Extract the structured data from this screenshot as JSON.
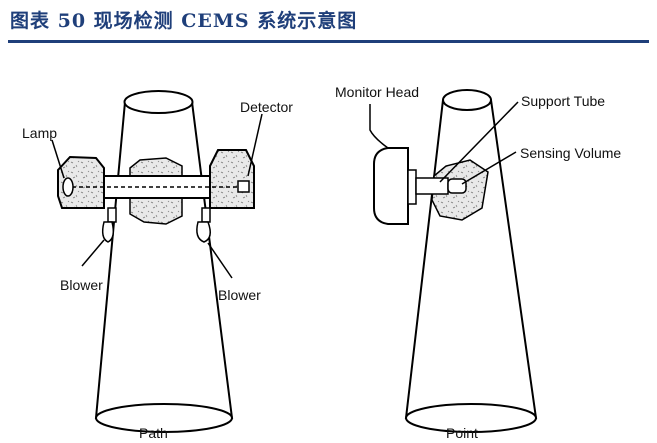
{
  "title": "图表 50  现场检测 CEMS 系统示意图",
  "path_diagram": {
    "lamp": "Lamp",
    "detector": "Detector",
    "blower_left": "Blower",
    "blower_right": "Blower",
    "caption": "Path"
  },
  "point_diagram": {
    "monitor_head": "Monitor Head",
    "support_tube": "Support Tube",
    "sensing_volume": "Sensing Volume",
    "caption": "Point"
  }
}
